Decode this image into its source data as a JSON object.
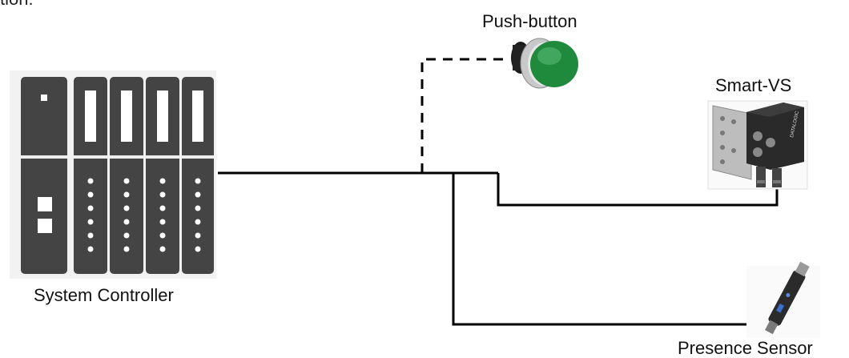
{
  "header_fragment": "tion:",
  "devices": {
    "push_button": {
      "label": "Push-button",
      "color": "#1f8a3c"
    },
    "smart_vs": {
      "label": "Smart-VS",
      "brand": "DATALOGIC"
    },
    "system_controller": {
      "label": "System Controller"
    },
    "presence_sensor": {
      "label": "Presence Sensor"
    }
  },
  "connections": [
    {
      "from": "system_controller",
      "to": "push_button",
      "style": "dashed"
    },
    {
      "from": "system_controller",
      "to": "smart_vs",
      "style": "solid"
    },
    {
      "from": "system_controller",
      "to": "presence_sensor",
      "style": "solid"
    }
  ]
}
